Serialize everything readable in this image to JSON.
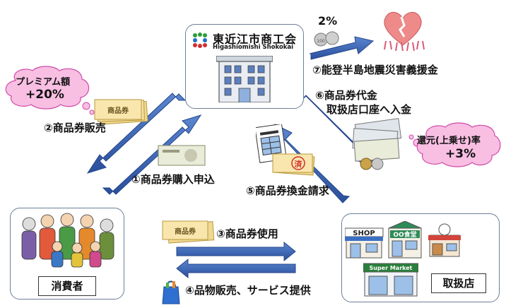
{
  "hub": {
    "name_ja": "東近江市商工会",
    "name_en": "Higashiomishi Shokokai"
  },
  "nodes": {
    "consumers": "消費者",
    "shops": "取扱店"
  },
  "bubbles": {
    "premium_title": "プレミアム額",
    "premium_value": "+20%",
    "rebate_title": "還元(上乗せ)率",
    "rebate_value": "+3%"
  },
  "flows": {
    "sale": "②商品券販売",
    "apply": "①商品券購入申込",
    "donation": "⑦能登半島地震災害義援金",
    "pay_line1": "⑥商品券代金",
    "pay_line2": "取扱店口座へ入金",
    "redeem": "⑤商品券換金請求",
    "use": "③商品券使用",
    "provide": "④品物販売、サービス提供"
  },
  "icons": {
    "voucher": "商品券",
    "stamp": "済",
    "shop_sign": "SHOP",
    "food_sign": "OO食堂",
    "market_sign": "Super Market",
    "coins_amount": "100"
  },
  "donation_rate": "2%"
}
